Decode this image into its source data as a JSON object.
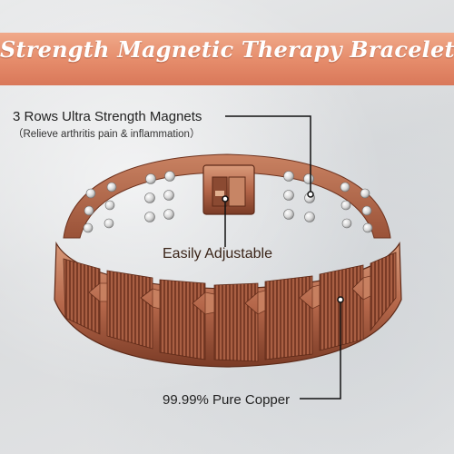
{
  "banner": {
    "title": "Strength Magnetic Therapy Bracelet",
    "color": "#e58b6a"
  },
  "callouts": {
    "magnets_title": "3 Rows Ultra Strength Magnets",
    "magnets_note": "（Relieve  arthritis pain & inflammation）",
    "adjustable": "Easily Adjustable",
    "material": "99.99% Pure Copper"
  },
  "colors": {
    "copper": "#b5674a",
    "copper_dark": "#7a3b26",
    "copper_light": "#d99a7a",
    "magnet": "#d8d8d8"
  }
}
